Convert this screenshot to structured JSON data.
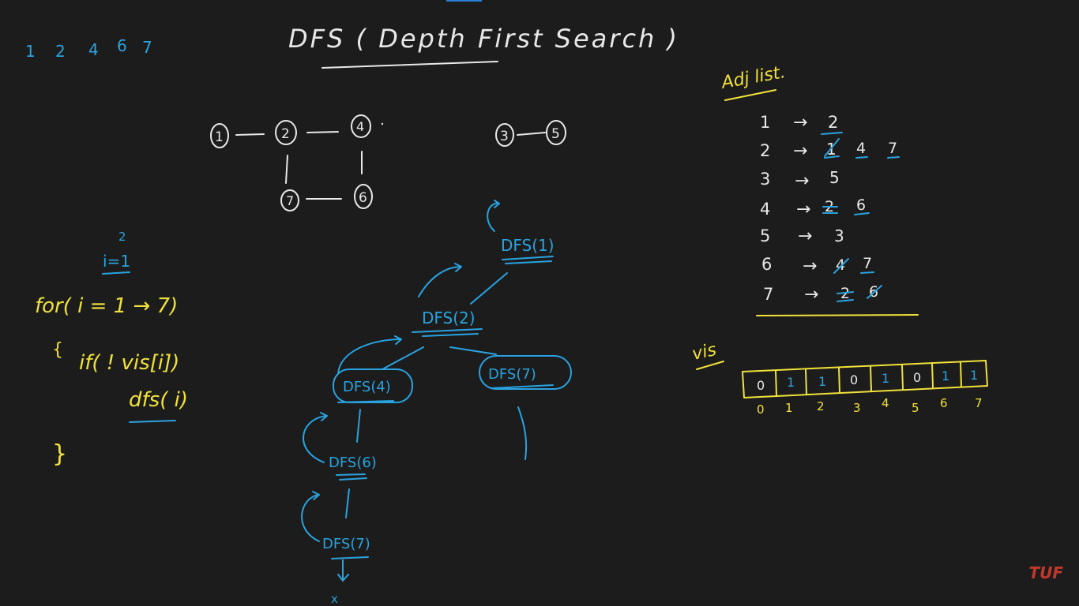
{
  "title": "DFS ( Depth First Search )",
  "traversal_order": [
    "1",
    "2",
    "4",
    "6",
    "7"
  ],
  "graph": {
    "nodes": [
      "1",
      "2",
      "4",
      "7",
      "6",
      "3",
      "5"
    ],
    "edges": [
      [
        "1",
        "2"
      ],
      [
        "2",
        "4"
      ],
      [
        "2",
        "7"
      ],
      [
        "4",
        "6"
      ],
      [
        "7",
        "6"
      ],
      [
        "3",
        "5"
      ]
    ]
  },
  "loop_code": {
    "counter_value": "2",
    "counter_label": "i=1",
    "for_line": "for( i = 1 → 7)",
    "open_brace": "{",
    "if_line": "if( ! vis[i])",
    "call_line": "dfs( i)",
    "close_brace": "}"
  },
  "adj_list": {
    "heading": "Adj list.",
    "rows": [
      {
        "node": "1",
        "arrow": "→",
        "neighbors": [
          "2"
        ]
      },
      {
        "node": "2",
        "arrow": "→",
        "neighbors": [
          "1",
          "4",
          "7"
        ]
      },
      {
        "node": "3",
        "arrow": "→",
        "neighbors": [
          "5"
        ]
      },
      {
        "node": "4",
        "arrow": "→",
        "neighbors": [
          "2",
          "6"
        ]
      },
      {
        "node": "5",
        "arrow": "→",
        "neighbors": [
          "3"
        ]
      },
      {
        "node": "6",
        "arrow": "→",
        "neighbors": [
          "4",
          "7"
        ]
      },
      {
        "node": "7",
        "arrow": "→",
        "neighbors": [
          "2",
          "6"
        ]
      }
    ]
  },
  "visited": {
    "label": "vis",
    "cells": [
      "0",
      "1",
      "1",
      "0",
      "1",
      "0",
      "1",
      "1"
    ],
    "indices": [
      "0",
      "1",
      "2",
      "3",
      "4",
      "5",
      "6",
      "7"
    ]
  },
  "recursion_tree": {
    "calls": [
      "DFS(1)",
      "DFS(2)",
      "DFS(4)",
      "DFS(7)",
      "DFS(6)",
      "DFS(7)"
    ],
    "end_marker": "x"
  },
  "logo": "TUF",
  "colors": {
    "background": "#1c1c1c",
    "white_ink": "#e8e8e8",
    "blue_ink": "#29a3e0",
    "yellow_ink": "#f1e23a",
    "logo": "#c0392b"
  }
}
